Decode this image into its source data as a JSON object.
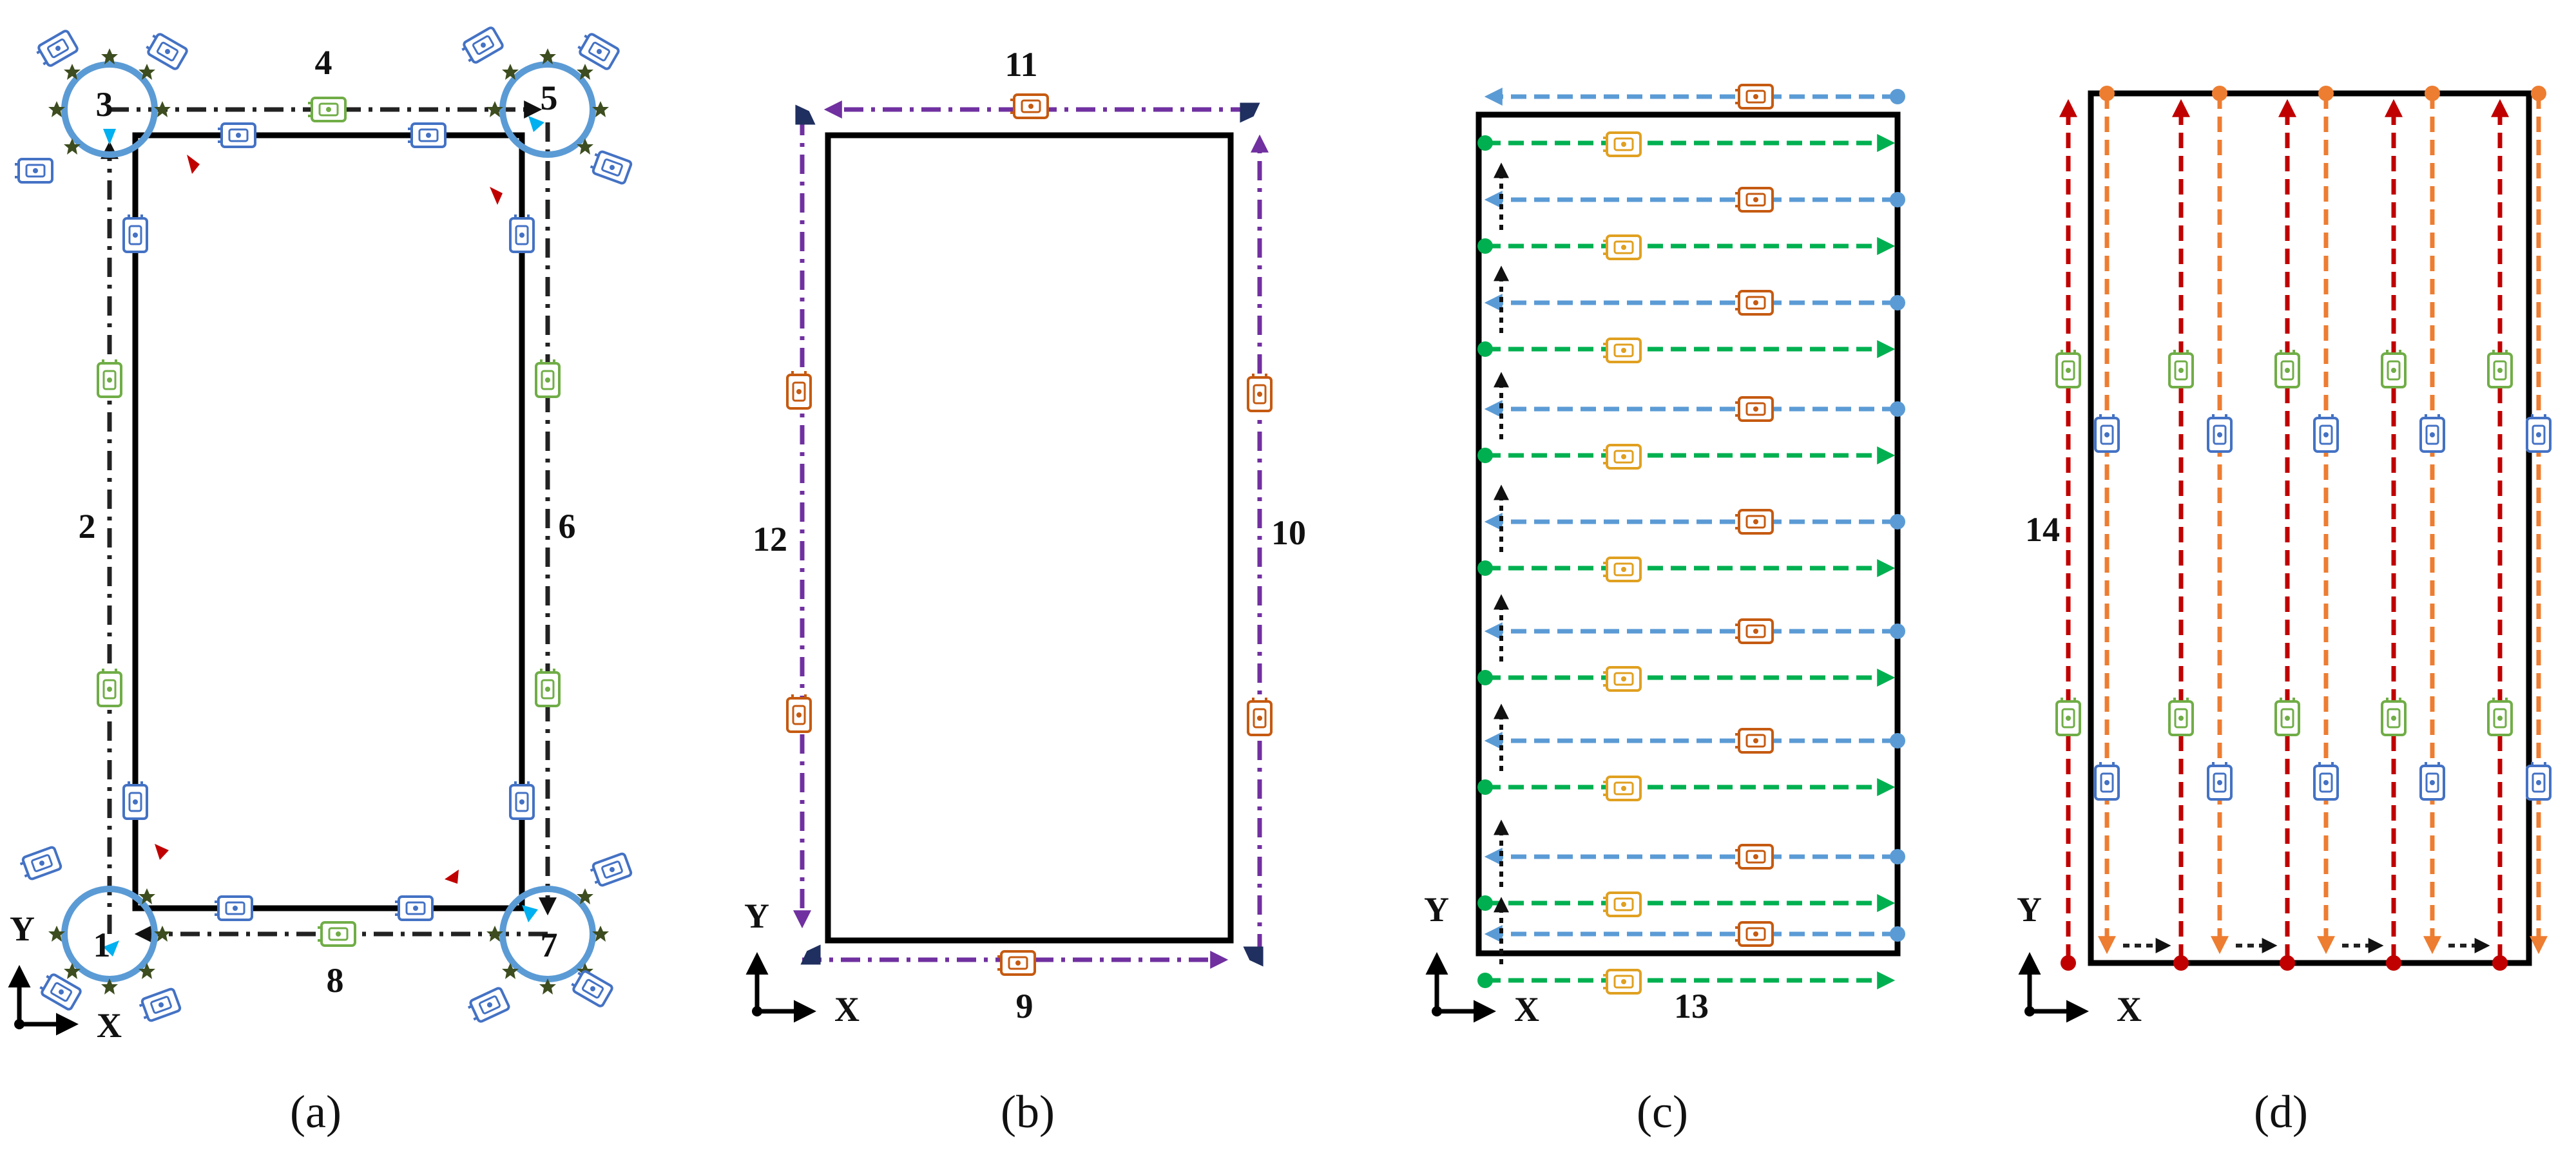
{
  "panels": [
    {
      "caption": "(a)",
      "path_labels": [
        "1",
        "2",
        "3",
        "4",
        "5",
        "6",
        "7",
        "8"
      ],
      "axis": {
        "x": "X",
        "y": "Y"
      }
    },
    {
      "caption": "(b)",
      "path_labels": [
        "9",
        "10",
        "11",
        "12"
      ]
    },
    {
      "caption": "(c)",
      "path_labels": [
        "13"
      ],
      "axis": {
        "x": "X",
        "y": "Y"
      }
    },
    {
      "caption": "(d)",
      "path_labels": [
        "14"
      ],
      "axis": {
        "x": "X",
        "y": "Y"
      }
    }
  ],
  "colors": {
    "outline": "#000000",
    "corner_circle": "#5b9bd5",
    "corner_stars": "#3d4d1f",
    "corner_arrow_cyan": "#00b0f0",
    "corner_arrow_red": "#c00000",
    "robot_blue": "#4472c4",
    "robot_green": "#70ad47",
    "robot_orange": "#c55a11",
    "robot_yellow": "#e0a020",
    "path_purple": "#7030a0",
    "corner_navy": "#1f2f5f",
    "path_light_blue": "#5b9bd5",
    "path_green": "#00b050",
    "path_red": "#c00000",
    "path_orange": "#ed7d31",
    "path_dark": "#222222"
  },
  "icons": [
    "robot-icon",
    "star-marker-icon",
    "arrowhead-icon",
    "axis-origin-icon"
  ]
}
